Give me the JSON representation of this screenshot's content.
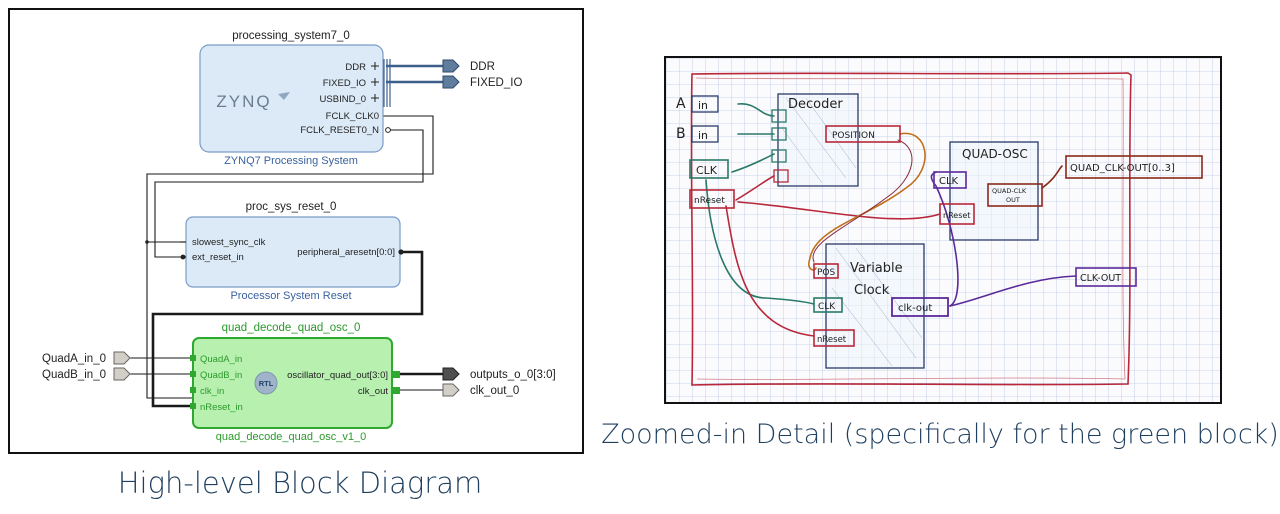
{
  "captions": {
    "left": "High-level Block Diagram",
    "right": "Zoomed-in Detail (specifically for the green block)"
  },
  "block_diagram": {
    "zynq": {
      "instance": "processing_system7_0",
      "subtitle": "ZYNQ7 Processing System",
      "logo": "ZYNQ",
      "ports": {
        "ddr": "DDR",
        "fixed_io": "FIXED_IO",
        "usbind": "USBIND_0",
        "fclk_clk0": "FCLK_CLK0",
        "fclk_reset0": "FCLK_RESET0_N"
      },
      "outputs": {
        "ddr": "DDR",
        "fixed_io": "FIXED_IO"
      }
    },
    "reset": {
      "instance": "proc_sys_reset_0",
      "subtitle": "Processor System Reset",
      "ports": {
        "slowest_sync_clk": "slowest_sync_clk",
        "ext_reset_in": "ext_reset_in",
        "peripheral_aresetn": "peripheral_aresetn[0:0]"
      }
    },
    "quad": {
      "instance": "quad_decode_quad_osc_0",
      "subtitle": "quad_decode_quad_osc_v1_0",
      "badge": "RTL",
      "ports": {
        "quada_in": "QuadA_in",
        "quadb_in": "QuadB_in",
        "clk_in": "clk_in",
        "nreset_in": "nReset_in",
        "oscillator": "oscillator_quad_out[3:0]",
        "clk_out": "clk_out"
      }
    },
    "external": {
      "quada": "QuadA_in_0",
      "quadb": "QuadB_in_0",
      "outputs": "outputs_o_0[3:0]",
      "clk_out": "clk_out_0"
    },
    "colors": {
      "block_fill": "#dceaf7",
      "block_border": "#7a9cc6",
      "subtitle": "#3a62a0",
      "green_fill": "#b8f0b0",
      "green_border": "#2ea82e",
      "green_text": "#2a9a2a",
      "wire": "#1a1a1a"
    }
  },
  "sketch": {
    "a_in": "A",
    "a_box": "in",
    "b_in": "B",
    "b_box": "in",
    "decoder": "Decoder",
    "position": "POSITION",
    "clk": "CLK",
    "nreset": "nReset",
    "quad_osc": "QUAD-OSC",
    "quad_clk_out": "QUAD_CLK-OUT[0..3]",
    "osc_clk": "CLK",
    "osc_nreset": "nReset",
    "quad_out_line1": "QUAD-CLK",
    "quad_out_line2": "OUT",
    "variable_line1": "Variable",
    "variable_line2": "Clock",
    "pos": "POS",
    "vclk": "CLK",
    "vnreset": "nReset",
    "clk_out_box": "clk-out",
    "clk_out_label": "CLK-OUT",
    "colors": {
      "grid": "#b9c9e4",
      "red": "#b8283a",
      "green": "#2a7a6a",
      "purple": "#5a2a9a",
      "orange": "#c0701a",
      "ink": "#222222"
    }
  }
}
